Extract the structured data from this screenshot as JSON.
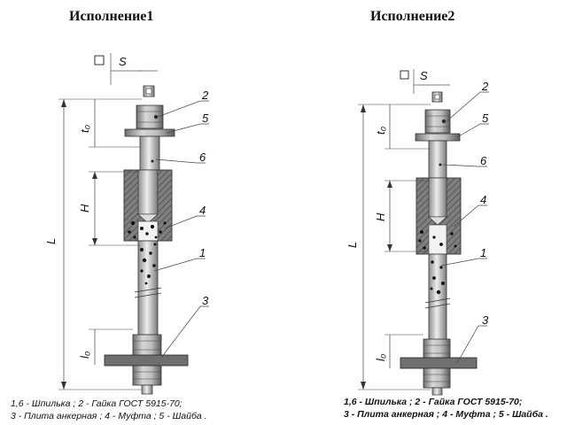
{
  "titles": {
    "left": "Исполнение1",
    "right": "Исполнение2"
  },
  "dimensions": {
    "s": "S",
    "t0": "t₀",
    "h": "H",
    "l": "L",
    "l0": "l₀"
  },
  "callouts": [
    "2",
    "5",
    "6",
    "4",
    "1",
    "3"
  ],
  "legend": {
    "line1": "1,6 -  Шпилька ; 2 - Гайка ГОСТ  5915-70;",
    "line2": "3 -  Плита анкерная ; 4 -  Муфта ; 5 -  Шайба ."
  }
}
